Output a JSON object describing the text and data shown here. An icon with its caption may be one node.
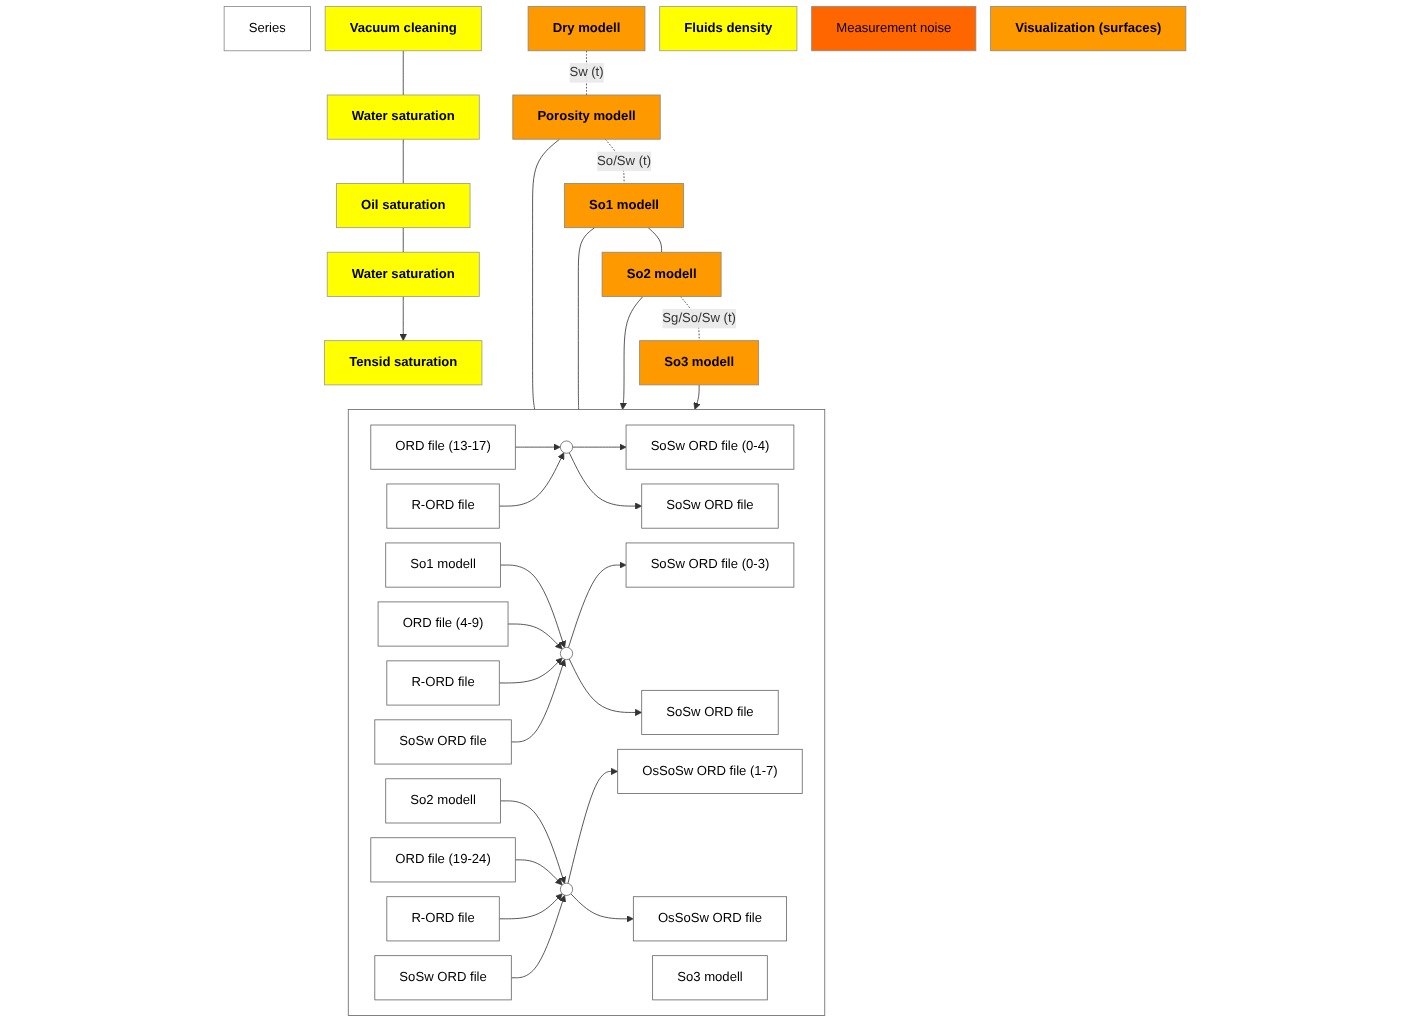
{
  "diagram": {
    "nodes": [
      {
        "text": [
          "Series"
        ]
      },
      {
        "text": [
          "Vacuum cleaning"
        ]
      },
      {
        "text": [
          "Water saturation"
        ]
      },
      {
        "text": [
          "Oil saturation"
        ]
      },
      {
        "text": [
          "Water saturation"
        ]
      },
      {
        "text": [
          "Tensid saturation"
        ]
      },
      {
        "text": [
          "Dry modell"
        ]
      },
      {
        "text": [
          "Porosity modell"
        ]
      },
      {
        "text": [
          "So1 modell"
        ]
      },
      {
        "text": [
          "So2 modell"
        ]
      },
      {
        "text": [
          "So3 modell"
        ]
      },
      {
        "text": [
          "Fluids density"
        ]
      },
      {
        "text": [
          "Measurement noise"
        ]
      },
      {
        "text": [
          "Visualization (surfaces)"
        ]
      },
      {
        "text": [],
        "shape": "box"
      },
      {
        "text": [
          "ORD file (13-17)"
        ],
        "in": 14
      },
      {
        "text": [
          "R-ORD file"
        ],
        "in": 14
      },
      {
        "text": [],
        "shape": "circle",
        "in": 14
      },
      {
        "text": [
          "SoSw ORD file (0-4)"
        ],
        "in": 14
      },
      {
        "text": [
          "SoSw ORD file"
        ],
        "in": 14
      },
      {
        "text": [
          "So1 modell"
        ],
        "in": 14
      },
      {
        "text": [
          "ORD file (4-9)"
        ],
        "in": 14
      },
      {
        "text": [
          "R-ORD file"
        ],
        "in": 14
      },
      {
        "text": [
          "SoSw ORD file"
        ],
        "in": 14
      },
      {
        "text": [],
        "shape": "circle",
        "in": 14
      },
      {
        "text": [
          "SoSw ORD file (0-3)"
        ],
        "in": 14
      },
      {
        "text": [
          "SoSw ORD file"
        ],
        "in": 14
      },
      {
        "text": [
          "So2 modell"
        ],
        "in": 14
      },
      {
        "text": [
          "ORD file (19-24)"
        ],
        "in": 14
      },
      {
        "text": [
          "R-ORD file"
        ],
        "in": 14
      },
      {
        "text": [
          "SoSw ORD file"
        ],
        "in": 14
      },
      {
        "text": [],
        "shape": "circle",
        "in": 14
      },
      {
        "text": [
          "OsSoSw ORD file (1-7)"
        ],
        "in": 14
      },
      {
        "text": [
          "OsSoSw ORD file"
        ],
        "in": 14
      },
      {
        "text": [
          "So3 modell"
        ],
        "in": 14
      }
    ],
    "edges": [
      {
        "from": 1,
        "to": 2,
        "arrow": "none"
      },
      {
        "from": 2,
        "to": 3,
        "arrow": "none"
      },
      {
        "from": 3,
        "to": 4,
        "arrow": "none"
      },
      {
        "from": 4,
        "to": 5,
        "arrow": "to"
      },
      {
        "from": 6,
        "to": 7,
        "arrow": "none",
        "style": "dashed",
        "label": "Sw (t)"
      },
      {
        "from": 7,
        "to": 8,
        "arrow": "none",
        "style": "dashed",
        "label": "So/Sw (t)"
      },
      {
        "from": 8,
        "to": 9,
        "arrow": "none"
      },
      {
        "from": 9,
        "to": 10,
        "arrow": "none",
        "style": "dashed",
        "label": "Sg/So/Sw (t)"
      },
      {
        "from": 7,
        "to": 14,
        "arrow": "none"
      },
      {
        "from": 8,
        "to": 14,
        "arrow": "none"
      },
      {
        "from": 9,
        "to": 14,
        "arrow": "to"
      },
      {
        "from": 10,
        "to": 14,
        "arrow": "to"
      },
      {
        "from": 15,
        "to": 17,
        "arrow": "to"
      },
      {
        "from": 16,
        "to": 17,
        "arrow": "to"
      },
      {
        "from": 17,
        "to": 18,
        "arrow": "to"
      },
      {
        "from": 17,
        "to": 19,
        "arrow": "to"
      },
      {
        "from": 20,
        "to": 24,
        "arrow": "to"
      },
      {
        "from": 21,
        "to": 24,
        "arrow": "to"
      },
      {
        "from": 22,
        "to": 24,
        "arrow": "to"
      },
      {
        "from": 23,
        "to": 24,
        "arrow": "to"
      },
      {
        "from": 24,
        "to": 25,
        "arrow": "to"
      },
      {
        "from": 24,
        "to": 26,
        "arrow": "to"
      },
      {
        "from": 27,
        "to": 31,
        "arrow": "to"
      },
      {
        "from": 28,
        "to": 31,
        "arrow": "to"
      },
      {
        "from": 29,
        "to": 31,
        "arrow": "to"
      },
      {
        "from": 30,
        "to": 31,
        "arrow": "to"
      },
      {
        "from": 31,
        "to": 32,
        "arrow": "to"
      },
      {
        "from": 31,
        "to": 33,
        "arrow": "to"
      }
    ]
  }
}
